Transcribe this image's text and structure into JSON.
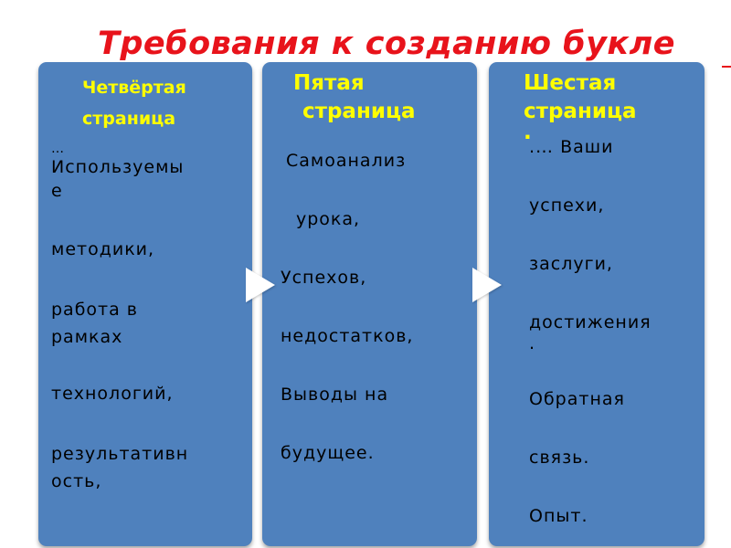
{
  "slide": {
    "title": "Требования к созданию букле"
  },
  "panels": [
    {
      "header": [
        "Четвёртая",
        "страница"
      ],
      "lines": [
        "…",
        "Используемы",
        "е",
        "",
        "методики,",
        "",
        "работа  в",
        "рамках",
        "",
        "технологий,",
        "",
        "результативн",
        "ость,"
      ]
    },
    {
      "header": [
        "Пятая",
        "страница"
      ],
      "lines": [
        "Самоанализ",
        "",
        "урока,",
        "",
        "Успехов,",
        "",
        "недостатков,",
        "",
        "Выводы на",
        "",
        "будущее."
      ]
    },
    {
      "header": [
        "Шестая",
        "страница",
        "."
      ],
      "lines": ".… Ваши||успехи,||заслуги,||достижения|.||Обратная||связь.||Опыт."
    }
  ],
  "colors": {
    "title": "#e8131b",
    "panel": "#4f81bd",
    "header": "#ffff00",
    "arrow": "#ffffff"
  }
}
